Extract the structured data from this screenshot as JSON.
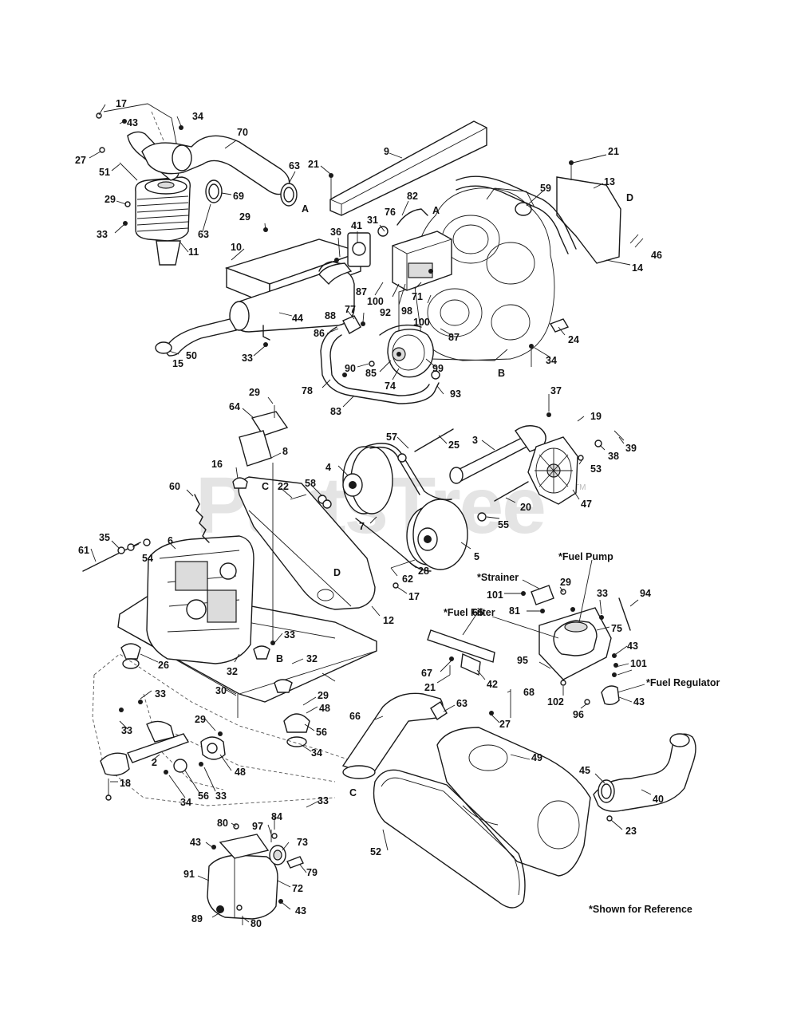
{
  "watermark": {
    "text": "PartsTree",
    "tm": "TM"
  },
  "notes": {
    "fuel_pump": "*Fuel Pump",
    "strainer": "*Strainer",
    "fuel_filter": "*Fuel Filter",
    "fuel_regulator": "*Fuel Regulator",
    "reference": "*Shown for Reference"
  },
  "ref_letters": [
    "A",
    "A",
    "B",
    "B",
    "C",
    "C",
    "D",
    "D"
  ],
  "callouts": [
    "17",
    "43",
    "34",
    "27",
    "51",
    "70",
    "29",
    "33",
    "63",
    "69",
    "11",
    "63",
    "21",
    "9",
    "21",
    "13",
    "D",
    "59",
    "46",
    "14",
    "29",
    "10",
    "36",
    "41",
    "31",
    "82",
    "76",
    "A",
    "87",
    "100",
    "92",
    "71",
    "98",
    "44",
    "33",
    "50",
    "15",
    "88",
    "77",
    "86",
    "90",
    "85",
    "74",
    "99",
    "100",
    "87",
    "24",
    "34",
    "B",
    "78",
    "83",
    "93",
    "29",
    "64",
    "8",
    "37",
    "19",
    "57",
    "25",
    "3",
    "38",
    "39",
    "4",
    "53",
    "16",
    "22",
    "58",
    "60",
    "47",
    "20",
    "7",
    "55",
    "5",
    "6",
    "35",
    "54",
    "61",
    "62",
    "28",
    "17",
    "12",
    "33",
    "26",
    "32",
    "32",
    "B",
    "33",
    "30",
    "29",
    "48",
    "56",
    "34",
    "29",
    "33",
    "18",
    "2",
    "56",
    "33",
    "48",
    "34",
    "33",
    "84",
    "80",
    "97",
    "73",
    "43",
    "79",
    "91",
    "72",
    "43",
    "89",
    "80",
    "65",
    "67",
    "42",
    "21",
    "68",
    "66",
    "63",
    "27",
    "49",
    "45",
    "40",
    "52",
    "23",
    "101",
    "29",
    "33",
    "94",
    "81",
    "75",
    "43",
    "95",
    "101",
    "102",
    "96",
    "43",
    "C"
  ]
}
